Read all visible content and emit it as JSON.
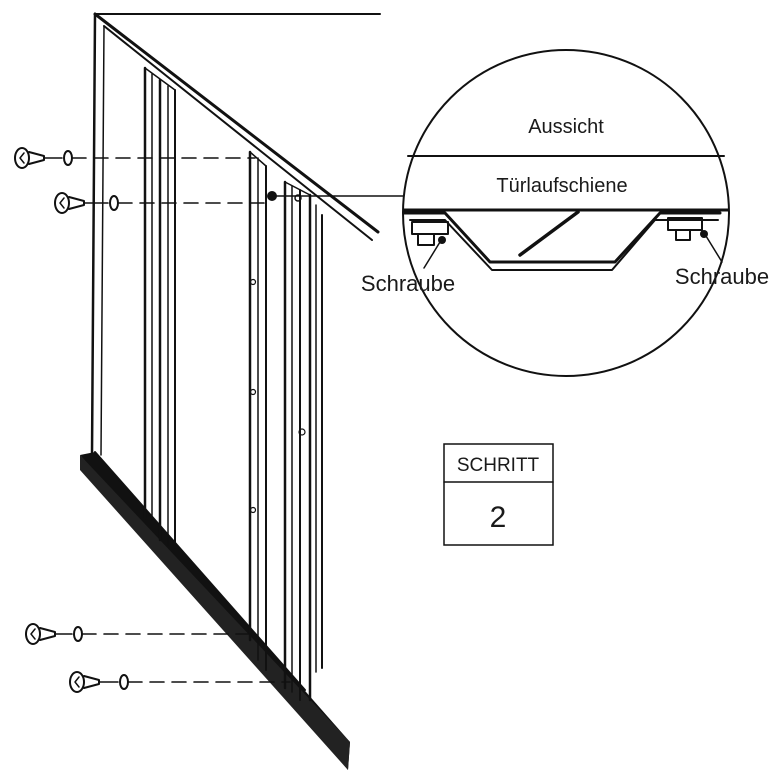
{
  "detail": {
    "title": "Aussicht",
    "rail_label": "Türlaufschiene",
    "screw_left": "Schraube",
    "screw_right": "Schraube"
  },
  "step": {
    "title": "SCHRITT",
    "number": "2"
  }
}
